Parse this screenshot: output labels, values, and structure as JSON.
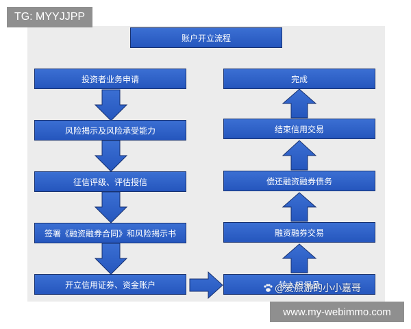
{
  "watermarks": {
    "telegram": "TG: MYYJJPP",
    "site": "www.my-webimmo.com",
    "author": "@爱旅游的小小嘉哥"
  },
  "diagram": {
    "title": "账户开立流程",
    "left_steps": [
      "投资者业务申请",
      "风险揭示及风险承受能力",
      "征信评级、评估授信",
      "签署《融资融券合同》和风险揭示书",
      "开立信用证券、资金账户"
    ],
    "right_steps": [
      "完成",
      "结束信用交易",
      "偿还融资融券债务",
      "融资融券交易",
      "转入担保品"
    ],
    "colors": {
      "box_fill": "#2f63c9",
      "box_border": "#17316f",
      "arrow_fill": "#2f63c9",
      "panel_bg": "#ececec"
    }
  }
}
